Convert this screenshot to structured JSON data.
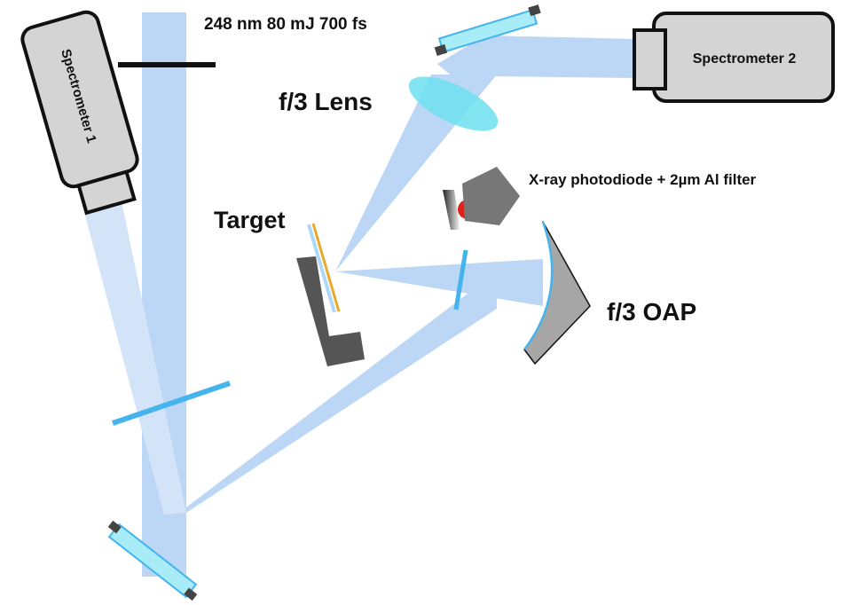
{
  "labels": {
    "beam": "248 nm 80 mJ 700 fs",
    "lens": "f/3 Lens",
    "target": "Target",
    "photodiode": "X-ray photodiode + 2µm Al filter",
    "oap": "f/3 OAP",
    "spectrometer1": "Spectrometer 1",
    "spectrometer2": "Spectrometer 2"
  },
  "colors": {
    "beam": "#bcd6f5",
    "beam_light": "#d3e4f8",
    "optic_blue": "#45b4ec",
    "lens_cyan": "#6fe0f0",
    "instrument_fill": "#d4d4d4",
    "instrument_stroke": "#111111",
    "target_holder": "#555555",
    "target_foil": "#e9a92a",
    "photodiode_body": "#777777",
    "photodiode_dot": "#e0231d",
    "oap_fill": "#a6a6a6"
  }
}
